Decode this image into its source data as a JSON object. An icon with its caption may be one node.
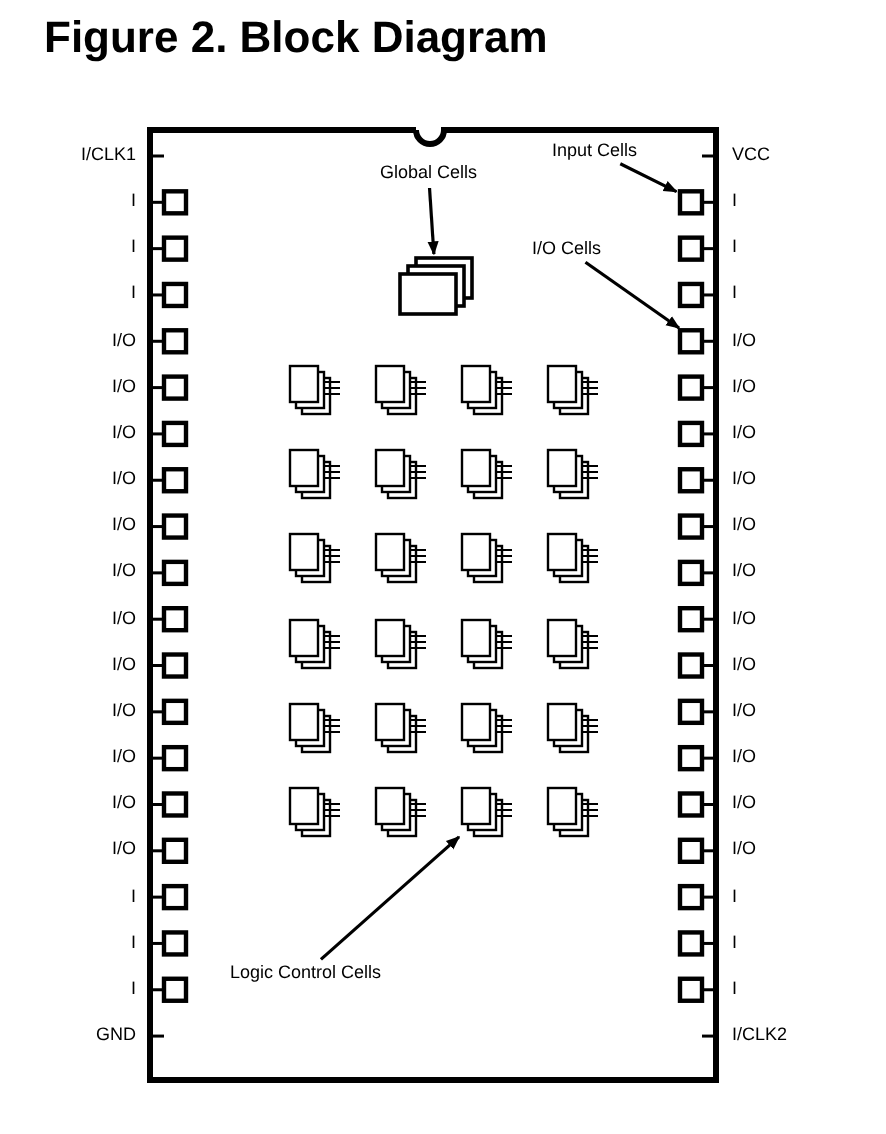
{
  "diagram": {
    "title": "Figure 2. Block Diagram",
    "nodes": [
      {
        "text": [
          "Global Cells"
        ]
      },
      {
        "text": [],
        "shape": "box"
      },
      {
        "text": [
          "Input Cells"
        ]
      },
      {
        "text": [],
        "shape": "box"
      },
      {
        "text": [
          "I/O Cells"
        ]
      },
      {
        "text": [],
        "shape": "box"
      },
      {
        "text": [
          "Logic Control Cells"
        ]
      },
      {
        "text": [],
        "shape": "box"
      }
    ],
    "edges": [
      {
        "from": 0,
        "to": 1,
        "arrow": "to"
      },
      {
        "from": 2,
        "to": 3,
        "arrow": "to"
      },
      {
        "from": 4,
        "to": 5,
        "arrow": "to"
      },
      {
        "from": 6,
        "to": 7,
        "arrow": "to"
      }
    ],
    "labels": [
      "I/CLK1",
      "VCC",
      "I",
      "I",
      "I",
      "I",
      "I",
      "I",
      "I/O",
      "I/O",
      "I/O",
      "I/O",
      "I/O",
      "I/O",
      "I/O",
      "I/O",
      "I/O",
      "I/O",
      "I/O",
      "I/O",
      "I/O",
      "I/O",
      "I/O",
      "I/O",
      "I/O",
      "I/O",
      "I/O",
      "I/O",
      "I/O",
      "I/O",
      "I/O",
      "I/O",
      "I",
      "I",
      "I",
      "I",
      "I",
      "I",
      "GND",
      "I/CLK2"
    ]
  }
}
